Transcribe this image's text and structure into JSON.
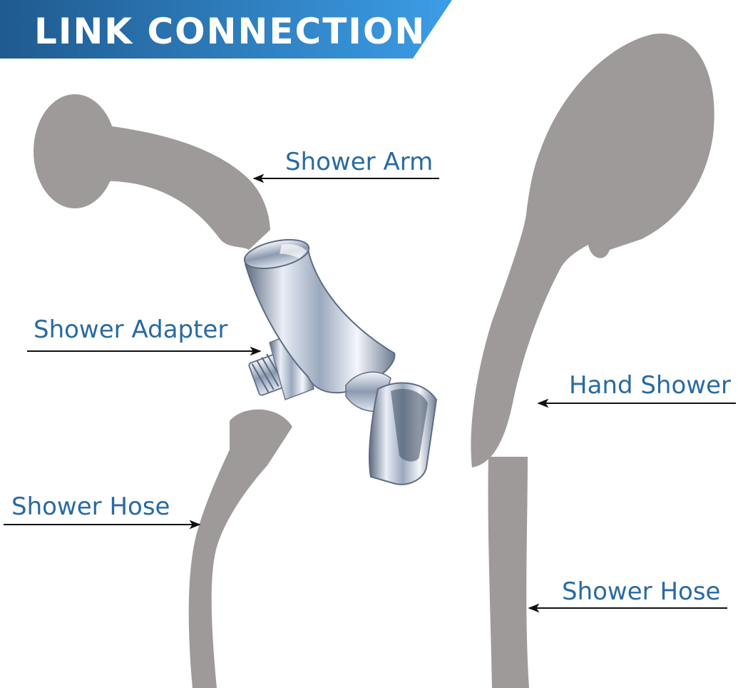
{
  "banner": {
    "title": "LINK CONNECTION",
    "colors": {
      "dark": "#1f5a8f",
      "light": "#3c9de6"
    }
  },
  "labels": {
    "shower_arm": "Shower Arm",
    "shower_adapter": "Shower Adapter",
    "hand_shower": "Hand Shower",
    "shower_hose_left": "Shower Hose",
    "shower_hose_right": "Shower Hose"
  },
  "colors": {
    "silhouette": "#9e9a9a",
    "label_text": "#2a6aa0",
    "arrow": "#111111",
    "chrome_dark": "#5c6b80",
    "chrome_light": "#e9eef6"
  }
}
